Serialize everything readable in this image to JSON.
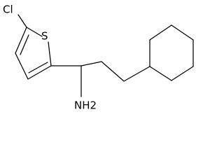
{
  "molecule": {
    "atoms": {
      "chlorine": "Cl",
      "sulfur": "S",
      "amine": "NH2"
    }
  }
}
